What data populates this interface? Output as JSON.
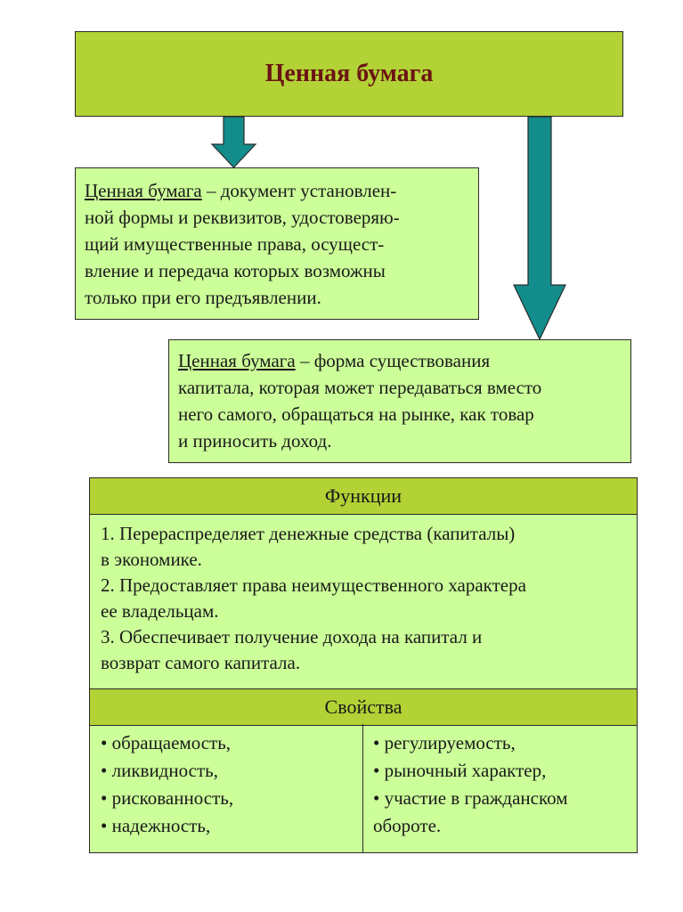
{
  "title": "Ценная бумага",
  "definition1": {
    "term": "Ценная бумага",
    "lines": [
      " – документ установлен-",
      "ной формы и реквизитов, удостоверяю-",
      "щий имущественные права, осущест-",
      "вление и передача которых возможны",
      " только при его предъявлении."
    ]
  },
  "definition2": {
    "term": "Ценная бумага",
    "lines": [
      " – форма существования",
      "капитала, которая может передаваться вместо",
      "него самого, обращаться на рынке, как товар",
      "и приносить доход."
    ]
  },
  "functions": {
    "header": "Функции",
    "lines": [
      "1.  Перераспределяет денежные средства (капиталы)",
      "в экономике.",
      "2. Предоставляет права неимущественного характера",
      "ее владельцам.",
      "3. Обеспечивает получение дохода на капитал и",
      "возврат самого капитала."
    ]
  },
  "properties": {
    "header": "Свойства",
    "left": [
      "• обращаемость,",
      "• ликвидность,",
      "• рискованность,",
      "• надежность,"
    ],
    "right": [
      "• регулируемость,",
      "• рыночный характер,",
      "• участие в гражданском",
      "обороте."
    ]
  },
  "colors": {
    "header_fill": "#b2d235",
    "box_fill": "#ccff99",
    "title_text": "#6b1414",
    "arrow_fill": "#138c8c"
  }
}
